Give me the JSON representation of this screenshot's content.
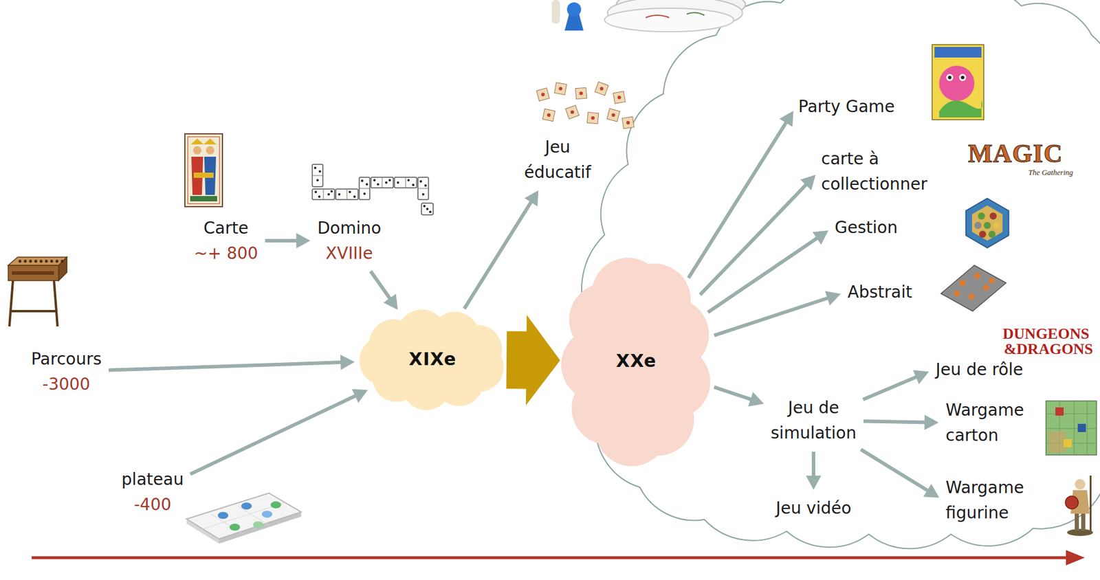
{
  "diagram": {
    "nodes": [
      {
        "text": [
          "Carte",
          "~+ 800"
        ]
      },
      {
        "text": [
          "Domino",
          "XVIIIe"
        ]
      },
      {
        "text": [
          "Jeu éducatif"
        ]
      },
      {
        "text": [
          "Parcours",
          "-3000"
        ]
      },
      {
        "text": [
          "XIXe"
        ]
      },
      {
        "text": [
          "XXe"
        ]
      },
      {
        "text": [
          "Party Game"
        ]
      },
      {
        "text": [
          "carte à collectionner"
        ]
      },
      {
        "text": [
          "Gestion"
        ]
      },
      {
        "text": [
          "Abstrait"
        ]
      },
      {
        "text": [
          "Jeu de rôle"
        ]
      },
      {
        "text": [
          "Jeu de simulation"
        ]
      },
      {
        "text": [
          "Wargame carton"
        ]
      },
      {
        "text": [
          "Wargame figurine"
        ]
      },
      {
        "text": [
          "Jeu vidéo"
        ]
      },
      {
        "text": [
          "plateau",
          "-400"
        ]
      }
    ],
    "edges": [
      {
        "from": 0,
        "to": 1,
        "arrow": "to"
      },
      {
        "from": 1,
        "to": 4,
        "arrow": "to"
      },
      {
        "from": 3,
        "to": 4,
        "arrow": "to"
      },
      {
        "from": 15,
        "to": 4,
        "arrow": "to"
      },
      {
        "from": 4,
        "to": 2,
        "arrow": "to"
      },
      {
        "from": 4,
        "to": 5,
        "arrow": "to"
      },
      {
        "from": 5,
        "to": 6,
        "arrow": "to"
      },
      {
        "from": 5,
        "to": 7,
        "arrow": "to"
      },
      {
        "from": 5,
        "to": 8,
        "arrow": "to"
      },
      {
        "from": 5,
        "to": 9,
        "arrow": "to"
      },
      {
        "from": 5,
        "to": 11,
        "arrow": "to"
      },
      {
        "from": 11,
        "to": 10,
        "arrow": "to"
      },
      {
        "from": 11,
        "to": 12,
        "arrow": "to"
      },
      {
        "from": 11,
        "to": 13,
        "arrow": "to"
      },
      {
        "from": 11,
        "to": 14,
        "arrow": "to"
      }
    ],
    "labels": [
      "MAGIC",
      "The Gathering",
      "DUNGEONS",
      "&DRAGONS"
    ]
  }
}
